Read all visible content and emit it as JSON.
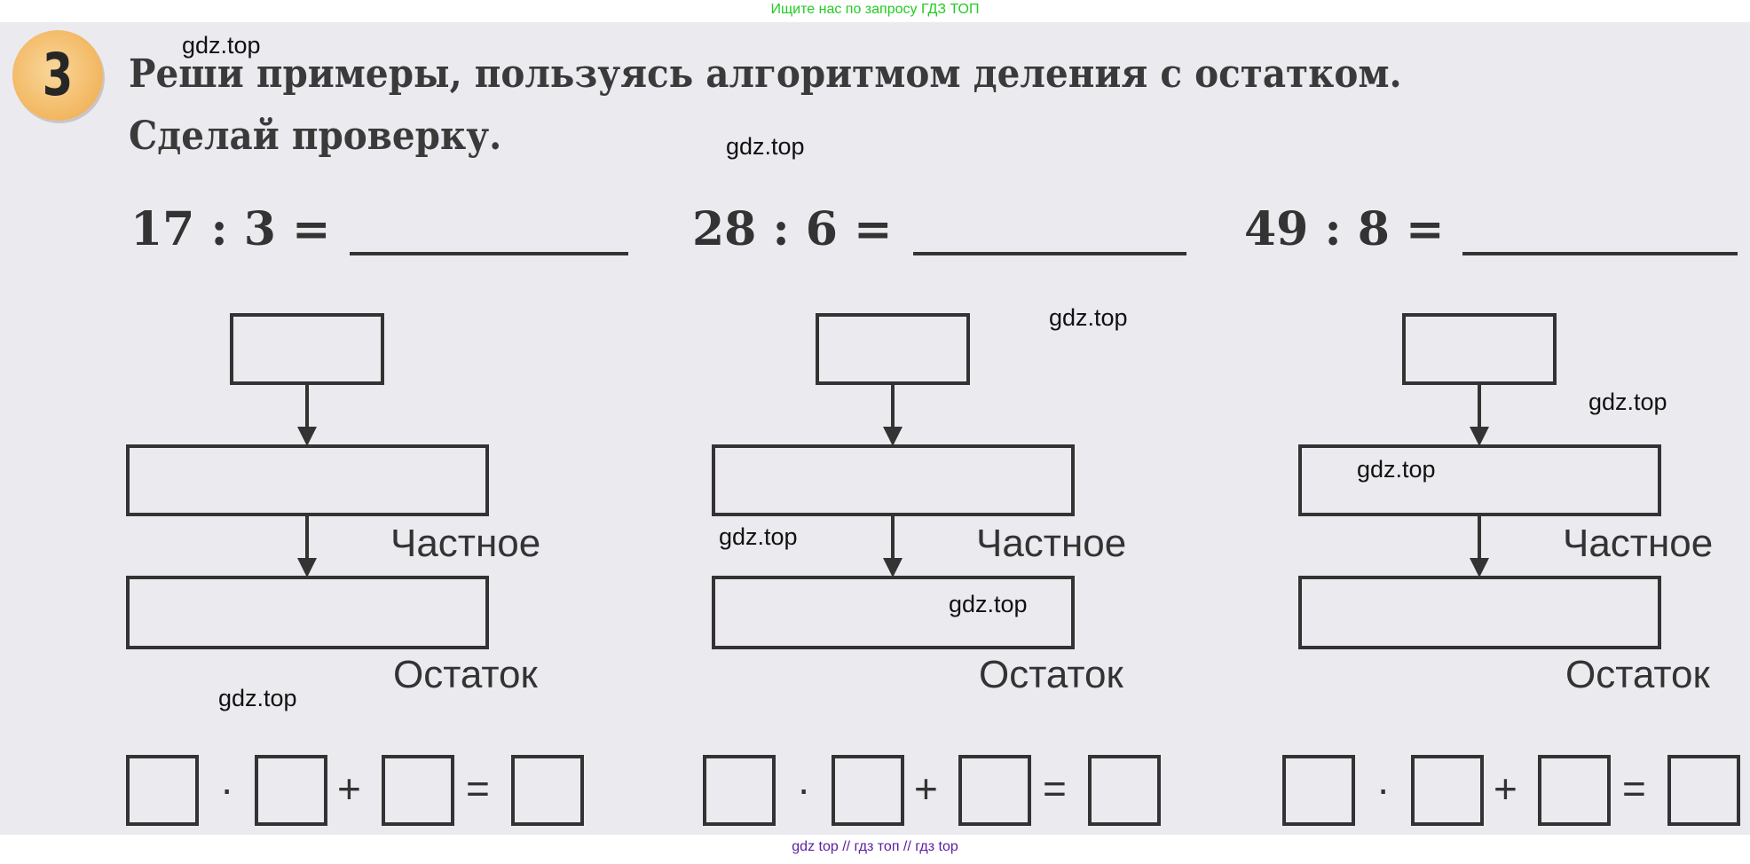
{
  "banner": "Ищите нас по запросу ГДЗ ТОП",
  "exercise_number": "3",
  "title_line1": "Реши примеры, пользуясь алгоритмом деления с остатком.",
  "title_line2": "Сделай проверку.",
  "problems": [
    {
      "expression": "17 : 3 ="
    },
    {
      "expression": "28 : 6 ="
    },
    {
      "expression": "49 : 8 ="
    }
  ],
  "labels": {
    "quotient": "Частное",
    "remainder": "Остаток"
  },
  "operators": {
    "multiply": "·",
    "plus": "+",
    "equals": "="
  },
  "watermark": "gdz.top",
  "footer": "gdz top // гдз топ // гдз top"
}
